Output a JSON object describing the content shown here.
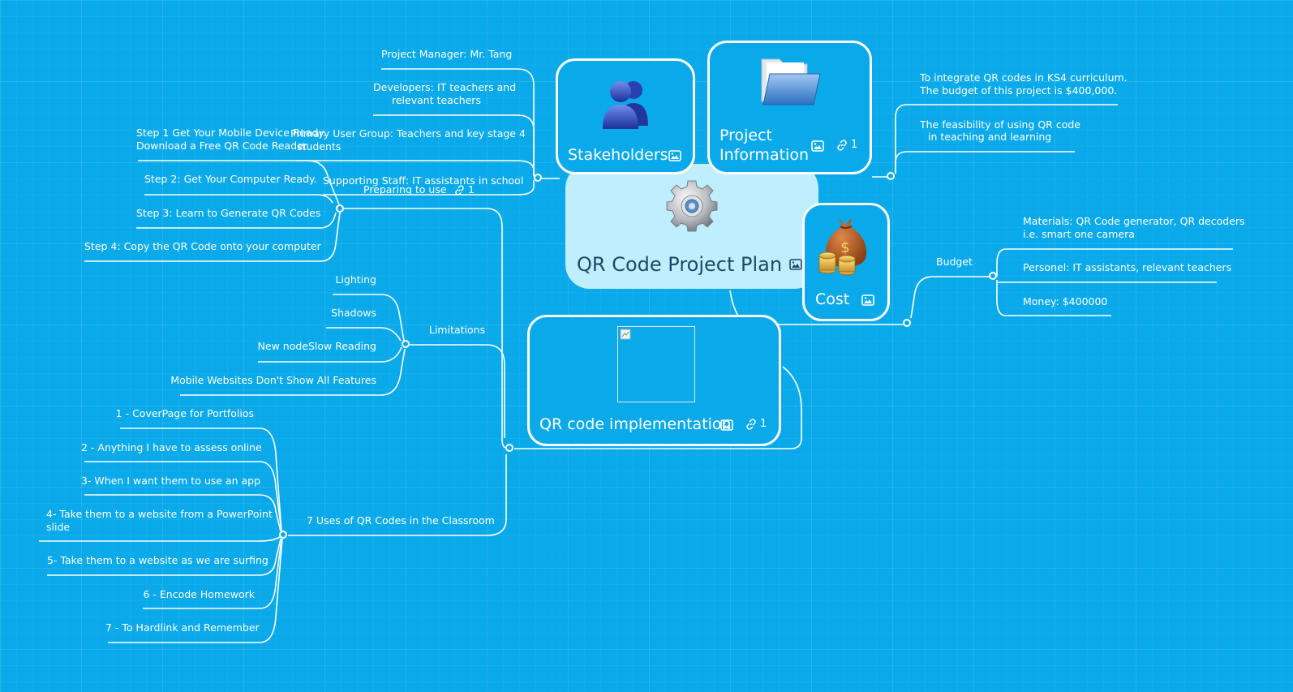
{
  "root": {
    "title": "QR Code Project Plan",
    "icon": "gear-icon"
  },
  "stakeholders": {
    "title": "Stakeholders",
    "icon": "people-icon",
    "items": [
      "Project Manager: Mr. Tang",
      "Developers: IT teachers and",
      "relevant teachers",
      "Primary User Group: Teachers and key stage 4",
      "students",
      "Supporting Staff: IT assistants in school"
    ]
  },
  "project_info": {
    "title_line1": "Project",
    "title_line2": "Information",
    "link_count": "1",
    "icon": "folder-icon",
    "items": [
      "To integrate QR codes in KS4 curriculum.",
      "The budget of this project is $400,000.",
      "The feasibility of using QR code",
      "in teaching and learning"
    ]
  },
  "cost": {
    "title": "Cost",
    "icon": "money-bag-icon",
    "budget_label": "Budget",
    "items": [
      "Materials: QR Code generator, QR decoders",
      "i.e. smart one camera",
      "Personel: IT assistants, relevant teachers",
      "Money: $400000"
    ]
  },
  "implementation": {
    "title": "QR code implementation",
    "link_count": "1",
    "preparing": {
      "label": "Preparing to use",
      "link_count": "1",
      "steps": [
        "Step 1 Get Your Mobile Device Ready.",
        "Download a Free QR Code Reader",
        "Step 2: Get Your Computer Ready.",
        "Step 3: Learn to Generate QR Codes",
        "Step 4: Copy the QR Code onto your computer"
      ]
    },
    "limitations": {
      "label": "Limitations",
      "items": [
        "Lighting",
        "Shadows",
        "New nodeSlow Reading",
        "Mobile Websites Don't Show All Features"
      ]
    },
    "uses": {
      "label": "7 Uses of QR Codes in the Classroom",
      "items": [
        "1 - CoverPage for Portfolios",
        "2 - Anything I have to assess online",
        "3- When I want them to use an app",
        "4- Take them to a website from a PowerPoint",
        "slide",
        "5- Take them to a website as we are surfing",
        "6 - Encode Homework",
        "7 - To Hardlink and Remember"
      ]
    }
  }
}
